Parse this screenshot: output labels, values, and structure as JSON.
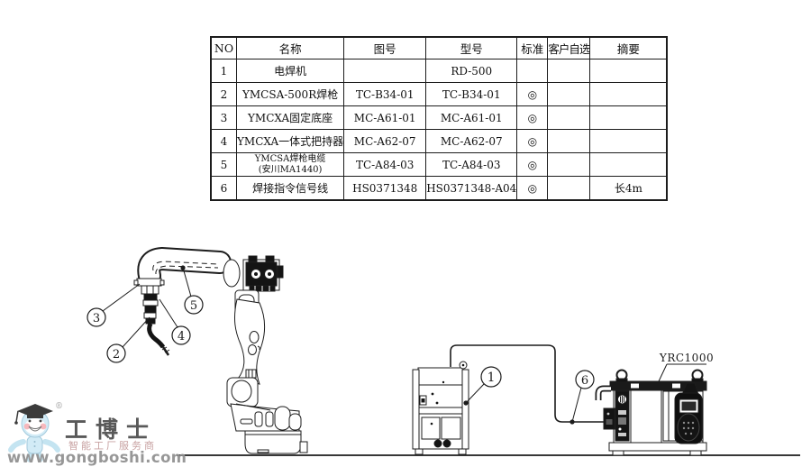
{
  "table": {
    "headers": [
      "NO",
      "名称",
      "图号",
      "型号",
      "标准",
      "客户自选",
      "摘要"
    ],
    "rows": [
      {
        "no": "1",
        "name": "电焊机",
        "drawing_no": "",
        "model": "RD-500",
        "standard": "",
        "custom": "",
        "summary": ""
      },
      {
        "no": "2",
        "name": "YMCSA-500R焊枪",
        "drawing_no": "TC-B34-01",
        "model": "TC-B34-01",
        "standard": "◎",
        "custom": "",
        "summary": ""
      },
      {
        "no": "3",
        "name": "YMCXA固定底座",
        "drawing_no": "MC-A61-01",
        "model": "MC-A61-01",
        "standard": "◎",
        "custom": "",
        "summary": ""
      },
      {
        "no": "4",
        "name": "YMCXA一体式把持器",
        "drawing_no": "MC-A62-07",
        "model": "MC-A62-07",
        "standard": "◎",
        "custom": "",
        "summary": ""
      },
      {
        "no": "5",
        "name": "YMCSA焊枪电缆",
        "name_note": "(安川MA1440)",
        "drawing_no": "TC-A84-03",
        "model": "TC-A84-03",
        "standard": "◎",
        "custom": "",
        "summary": ""
      },
      {
        "no": "6",
        "name": "焊接指令信号线",
        "drawing_no": "HS0371348",
        "model": "HS0371348-A04",
        "standard": "◎",
        "custom": "",
        "summary": "长4m"
      }
    ]
  },
  "diagram": {
    "controller_label": "YRC1000",
    "callouts": {
      "c1": "1",
      "c2": "2",
      "c3": "3",
      "c4": "4",
      "c5": "5",
      "c6": "6"
    }
  },
  "logo": {
    "brand": "工博士",
    "tagline": "智能工厂服务商",
    "website": "www.gongboshi.com",
    "registered": "®"
  },
  "colors": {
    "line": "#1c1c1c",
    "logo_blue": "#cfeaf6",
    "logo_brand_text": "#4c4c4c",
    "logo_tagline": "#c49b9b",
    "logo_url": "#8f8f8f"
  }
}
